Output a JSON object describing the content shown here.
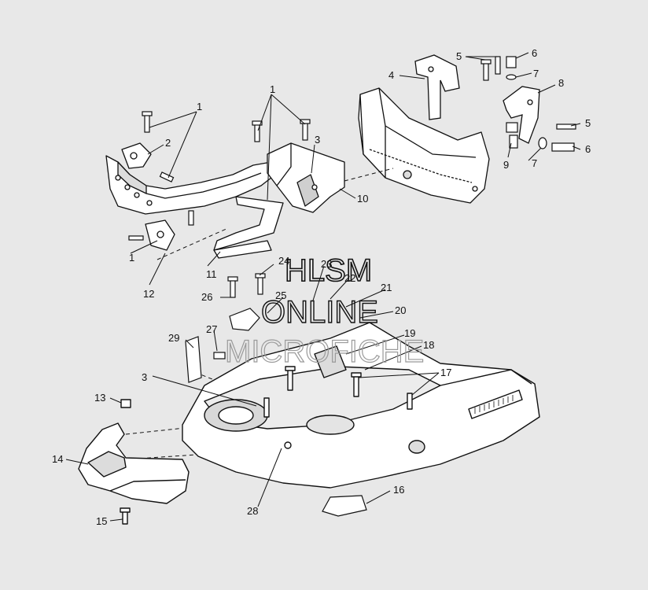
{
  "watermark": {
    "line1": "HLSM",
    "line2": "ONLINE",
    "line3": "MICROFICHE"
  },
  "callouts": [
    {
      "id": "c1a",
      "label": "1"
    },
    {
      "id": "c1b",
      "label": "1"
    },
    {
      "id": "c1c",
      "label": "1"
    },
    {
      "id": "c2",
      "label": "2"
    },
    {
      "id": "c3a",
      "label": "3"
    },
    {
      "id": "c3b",
      "label": "3"
    },
    {
      "id": "c4",
      "label": "4"
    },
    {
      "id": "c5a",
      "label": "5"
    },
    {
      "id": "c5b",
      "label": "5"
    },
    {
      "id": "c6a",
      "label": "6"
    },
    {
      "id": "c6b",
      "label": "6"
    },
    {
      "id": "c7a",
      "label": "7"
    },
    {
      "id": "c7b",
      "label": "7"
    },
    {
      "id": "c8",
      "label": "8"
    },
    {
      "id": "c9",
      "label": "9"
    },
    {
      "id": "c10",
      "label": "10"
    },
    {
      "id": "c11",
      "label": "11"
    },
    {
      "id": "c12",
      "label": "12"
    },
    {
      "id": "c13",
      "label": "13"
    },
    {
      "id": "c14",
      "label": "14"
    },
    {
      "id": "c15",
      "label": "15"
    },
    {
      "id": "c16",
      "label": "16"
    },
    {
      "id": "c17",
      "label": "17"
    },
    {
      "id": "c18",
      "label": "18"
    },
    {
      "id": "c19",
      "label": "19"
    },
    {
      "id": "c20",
      "label": "20"
    },
    {
      "id": "c21",
      "label": "21"
    },
    {
      "id": "c22",
      "label": "22"
    },
    {
      "id": "c23",
      "label": "23"
    },
    {
      "id": "c24",
      "label": "24"
    },
    {
      "id": "c25",
      "label": "25"
    },
    {
      "id": "c26",
      "label": "26"
    },
    {
      "id": "c27",
      "label": "27"
    },
    {
      "id": "c28",
      "label": "28"
    },
    {
      "id": "c29",
      "label": "29"
    }
  ]
}
